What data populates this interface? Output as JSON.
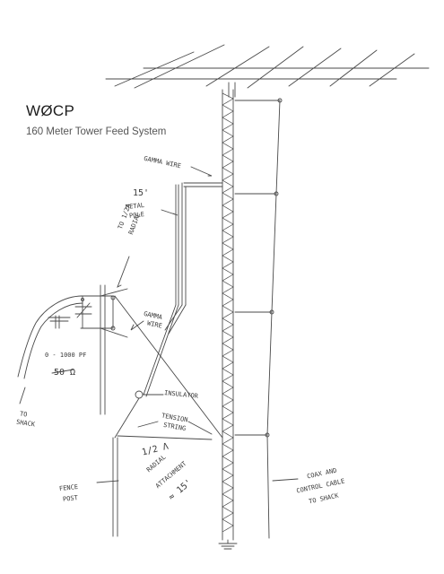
{
  "header": {
    "callsign": "WØCP",
    "subtitle": "160 Meter Tower Feed System"
  },
  "labels": {
    "gamma_wire_top": "GAMMA WIRE",
    "metal_pole": [
      "15'",
      "METAL",
      "POLE"
    ],
    "to_radial": [
      "TO 1/2λ",
      "RADIAL"
    ],
    "gamma_wire_mid": [
      "GAMMA",
      "WIRE"
    ],
    "capacitor_value": "0 - 1000 pf",
    "impedance": "50 Ω",
    "to_shack_left": [
      "TO",
      "SHACK"
    ],
    "insulator": "INSULATOR",
    "tension_string": [
      "TENSION",
      "STRING"
    ],
    "radial_attachment": [
      "1/2 λ",
      "RADIAL",
      "ATTACHMENT",
      "≈ 15'"
    ],
    "fence_post": [
      "FENCE",
      "POST"
    ],
    "coax_cable": [
      "COAX AND",
      "CONTROL CABLE",
      "TO SHACK"
    ]
  },
  "colors": {
    "ink": "#3a3a3a",
    "title": "#1c1c1c",
    "subtitle": "#555555"
  }
}
